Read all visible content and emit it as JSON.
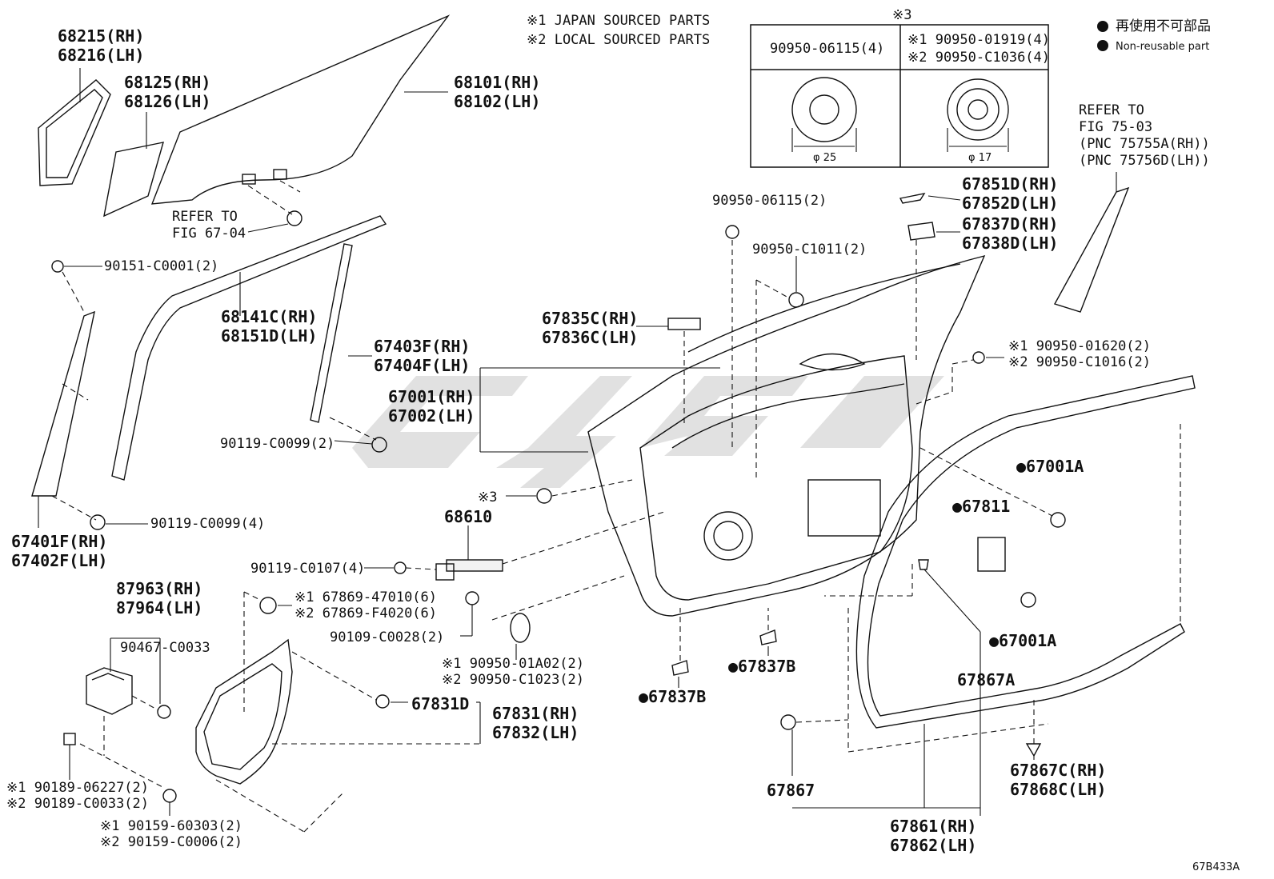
{
  "notes": {
    "note1": "※1 JAPAN SOURCED PARTS",
    "note2": "※2 LOCAL SOURCED PARTS"
  },
  "legend": {
    "jp": "再使用不可部品",
    "en": "Non-reusable part"
  },
  "table": {
    "title": "※3",
    "col1_header": "90950-06115(4)",
    "col2_header_1": "※1 90950-01919(4)",
    "col2_header_2": "※2 90950-C1036(4)",
    "col1_dim": "φ 25",
    "col2_dim": "φ 17"
  },
  "labels": [
    {
      "id": "l1",
      "text": "68215(RH)",
      "big": true
    },
    {
      "id": "l2",
      "text": "68216(LH)",
      "big": true
    },
    {
      "id": "l3",
      "text": "68125(RH)",
      "big": true
    },
    {
      "id": "l4",
      "text": "68126(LH)",
      "big": true
    },
    {
      "id": "l5",
      "text": "68101(RH)",
      "big": true
    },
    {
      "id": "l6",
      "text": "68102(LH)",
      "big": true
    },
    {
      "id": "l7",
      "text": "REFER TO",
      "big": false
    },
    {
      "id": "l8",
      "text": "FIG 67-04",
      "big": false
    },
    {
      "id": "l9",
      "text": "90151-C0001(2)",
      "big": false
    },
    {
      "id": "l10",
      "text": "68141C(RH)",
      "big": true
    },
    {
      "id": "l11",
      "text": "68151D(LH)",
      "big": true
    },
    {
      "id": "l12",
      "text": "67403F(RH)",
      "big": true
    },
    {
      "id": "l13",
      "text": "67404F(LH)",
      "big": true
    },
    {
      "id": "l14",
      "text": "67001(RH)",
      "big": true
    },
    {
      "id": "l15",
      "text": "67002(LH)",
      "big": true
    },
    {
      "id": "l16",
      "text": "90119-C0099(2)",
      "big": false
    },
    {
      "id": "l17",
      "text": "90119-C0099(4)",
      "big": false
    },
    {
      "id": "l18",
      "text": "67401F(RH)",
      "big": true
    },
    {
      "id": "l19",
      "text": "67402F(LH)",
      "big": true
    },
    {
      "id": "l20",
      "text": "67835C(RH)",
      "big": true
    },
    {
      "id": "l21",
      "text": "67836C(LH)",
      "big": true
    },
    {
      "id": "l22",
      "text": "90950-06115(2)",
      "big": false
    },
    {
      "id": "l23",
      "text": "90950-C1011(2)",
      "big": false
    },
    {
      "id": "l24",
      "text": "67851D(RH)",
      "big": true
    },
    {
      "id": "l25",
      "text": "67852D(LH)",
      "big": true
    },
    {
      "id": "l26",
      "text": "67837D(RH)",
      "big": true
    },
    {
      "id": "l27",
      "text": "67838D(LH)",
      "big": true
    },
    {
      "id": "l28",
      "text": "REFER TO",
      "big": false
    },
    {
      "id": "l29",
      "text": "FIG 75-03",
      "big": false
    },
    {
      "id": "l30",
      "text": "(PNC 75755A(RH))",
      "big": false
    },
    {
      "id": "l31",
      "text": "(PNC 75756D(LH))",
      "big": false
    },
    {
      "id": "l32",
      "text": "※1 90950-01620(2)",
      "big": false
    },
    {
      "id": "l33",
      "text": "※2 90950-C1016(2)",
      "big": false
    },
    {
      "id": "l34",
      "text": "●67001A",
      "big": true
    },
    {
      "id": "l35",
      "text": "●67811",
      "big": true
    },
    {
      "id": "l36",
      "text": "※3",
      "big": false
    },
    {
      "id": "l37",
      "text": "68610",
      "big": true
    },
    {
      "id": "l38",
      "text": "90119-C0107(4)",
      "big": false
    },
    {
      "id": "l39",
      "text": "87963(RH)",
      "big": true
    },
    {
      "id": "l40",
      "text": "87964(LH)",
      "big": true
    },
    {
      "id": "l41",
      "text": "※1 67869-47010(6)",
      "big": false
    },
    {
      "id": "l42",
      "text": "※2 67869-F4020(6)",
      "big": false
    },
    {
      "id": "l43",
      "text": "90467-C0033",
      "big": false
    },
    {
      "id": "l44",
      "text": "90109-C0028(2)",
      "big": false
    },
    {
      "id": "l45",
      "text": "※1 90950-01A02(2)",
      "big": false
    },
    {
      "id": "l46",
      "text": "※2 90950-C1023(2)",
      "big": false
    },
    {
      "id": "l47",
      "text": "●67837B",
      "big": true
    },
    {
      "id": "l48",
      "text": "●67837B",
      "big": true
    },
    {
      "id": "l49",
      "text": "●67001A",
      "big": true
    },
    {
      "id": "l50",
      "text": "67867A",
      "big": true
    },
    {
      "id": "l51",
      "text": "67831D",
      "big": true
    },
    {
      "id": "l52",
      "text": "67831(RH)",
      "big": true
    },
    {
      "id": "l53",
      "text": "67832(LH)",
      "big": true
    },
    {
      "id": "l54",
      "text": "※1 90189-06227(2)",
      "big": false
    },
    {
      "id": "l55",
      "text": "※2 90189-C0033(2)",
      "big": false
    },
    {
      "id": "l56",
      "text": "※1 90159-60303(2)",
      "big": false
    },
    {
      "id": "l57",
      "text": "※2 90159-C0006(2)",
      "big": false
    },
    {
      "id": "l58",
      "text": "67867",
      "big": true
    },
    {
      "id": "l59",
      "text": "67867C(RH)",
      "big": true
    },
    {
      "id": "l60",
      "text": "67868C(LH)",
      "big": true
    },
    {
      "id": "l61",
      "text": "67861(RH)",
      "big": true
    },
    {
      "id": "l62",
      "text": "67862(LH)",
      "big": true
    }
  ],
  "figure_id": "67B433A"
}
